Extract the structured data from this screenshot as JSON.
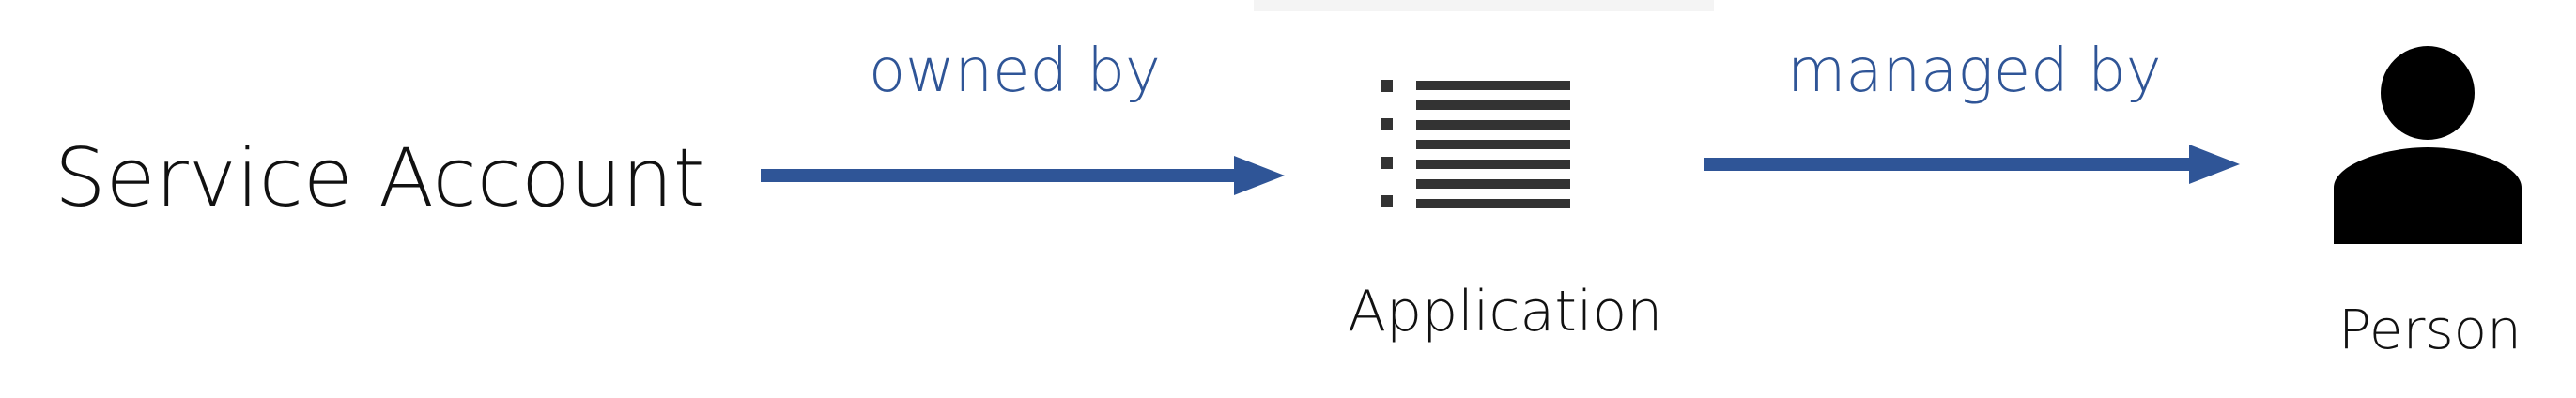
{
  "nodes": {
    "service_account": "Service Account",
    "application": "Application",
    "person": "Person"
  },
  "edges": {
    "owned_by": "owned by",
    "managed_by": "managed by"
  },
  "icons": {
    "application": "list-icon",
    "person": "person-icon"
  },
  "colors": {
    "arrow": "#2f5597",
    "edge_label": "#2f5597",
    "node_text": "#111111",
    "icon_list": "#333333",
    "icon_person": "#000000"
  }
}
